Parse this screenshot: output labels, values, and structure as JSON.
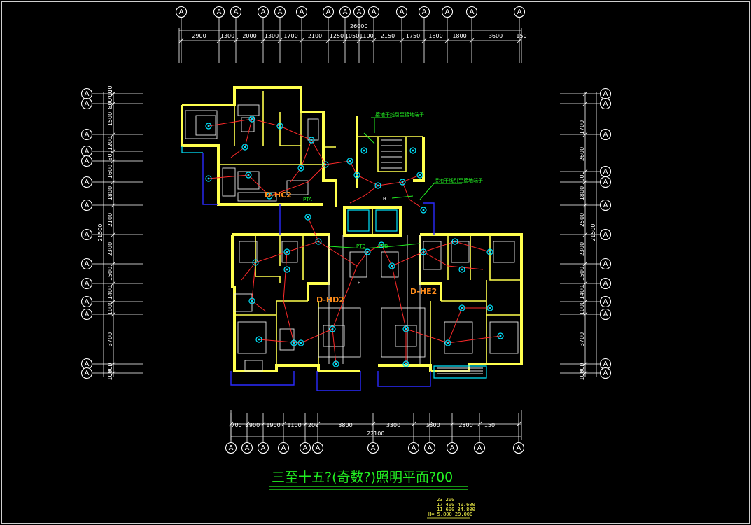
{
  "axis_label": "A",
  "top_dims": {
    "segments": [
      "2900",
      "1300",
      "2000",
      "1300",
      "1700",
      "2100",
      "1250",
      "1050",
      "1100",
      "2150",
      "1750",
      "1800",
      "1800",
      "3600",
      "150"
    ],
    "total": "26000"
  },
  "bottom_dims": {
    "segments": [
      "700",
      "2900",
      "1900",
      "1100",
      "4200",
      "3800",
      "3300",
      "1300",
      "2300",
      "150"
    ],
    "total": "22100"
  },
  "left_dims": {
    "segments": [
      "100",
      "700",
      "800",
      "1500",
      "1200",
      "800",
      "1600",
      "1800",
      "2100",
      "2300",
      "1500",
      "1400",
      "1000",
      "3700",
      "700",
      "100"
    ],
    "total": "21500"
  },
  "right_dims": {
    "segments": [
      "1700",
      "2600",
      "900",
      "1800",
      "2500",
      "2300",
      "1500",
      "1400",
      "1000",
      "3700",
      "700",
      "100"
    ],
    "total": "21500"
  },
  "units": [
    "D-HC2",
    "D-HD2",
    "D-HE2"
  ],
  "small_labels": [
    "PTA",
    "PTB",
    "PTB",
    "H",
    "H"
  ],
  "callouts": [
    "接地干线引至接地端子",
    "接地干线引至接地端子"
  ],
  "title": "三至十五?(奇数?)照明平面?00",
  "levels": [
    "23.200",
    "17.400 40.600",
    "11.600 34.800",
    "H= 5.800 29.000"
  ],
  "colors": {
    "background": "#000000",
    "walls": "#ffff4d",
    "fixtures": "#00e5ff",
    "wiring": "#ff2a2a",
    "title": "#22ee22",
    "unit_label": "#ff8c1a"
  }
}
